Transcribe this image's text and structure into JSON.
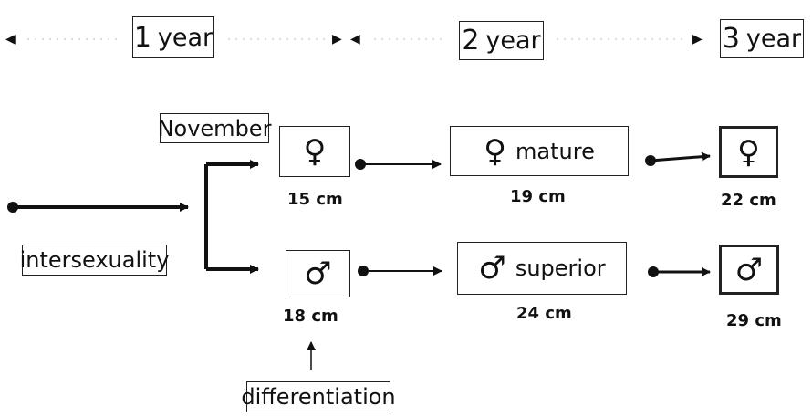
{
  "timeline": {
    "years": [
      {
        "num": "1",
        "unit": "year"
      },
      {
        "num": "2",
        "unit": "year"
      },
      {
        "num": "3",
        "unit": "year"
      }
    ]
  },
  "labels": {
    "november": "November",
    "intersexuality": "intersexuality",
    "differentiation": "differentiation"
  },
  "female": {
    "symbol": "♀",
    "stage2_text": "mature",
    "sizes": [
      "15 cm",
      "19 cm",
      "22 cm"
    ]
  },
  "male": {
    "symbol": "♂",
    "stage2_text": "superior",
    "sizes": [
      "18 cm",
      "24 cm",
      "29 cm"
    ]
  }
}
